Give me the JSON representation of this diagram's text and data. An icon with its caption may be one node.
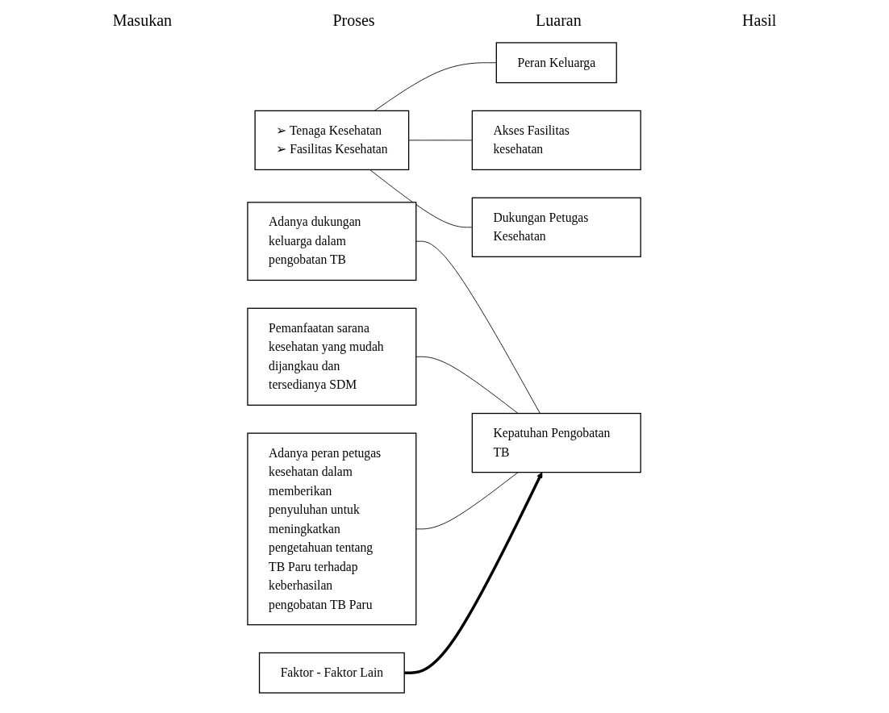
{
  "diagram": {
    "nodes": [
      {
        "text": [
          "➢ Tenaga Kesehatan",
          "➢ Fasilitas Kesehatan"
        ]
      },
      {
        "text": [
          "Peran Keluarga"
        ]
      },
      {
        "text": [
          "Adanya dukungan keluarga dalam pengobatan TB"
        ]
      },
      {
        "text": [
          "Akses Fasilitas kesehatan"
        ]
      },
      {
        "text": [
          "Pemanfaatan sarana kesehatan yang mudah dijangkau dan tersedianya SDM"
        ]
      },
      {
        "text": [
          "Dukungan Petugas Kesehatan"
        ]
      },
      {
        "text": [
          "Adanya peran petugas kesehatan dalam memberikan penyuluhan untuk meningkatkan pengetahuan tentang TB Paru terhadap keberhasilan pengobatan TB Paru"
        ]
      },
      {
        "text": [
          "Kepatuhan Pengobatan TB"
        ]
      },
      {
        "text": [
          "Faktor - Faktor Lain"
        ]
      }
    ],
    "edges": [
      {
        "from": 0,
        "to": 1,
        "arrow": "none"
      },
      {
        "from": 0,
        "to": 3,
        "arrow": "none"
      },
      {
        "from": 0,
        "to": 5,
        "arrow": "none"
      },
      {
        "from": 2,
        "to": 7,
        "arrow": "none"
      },
      {
        "from": 4,
        "to": 7,
        "arrow": "none"
      },
      {
        "from": 6,
        "to": 7,
        "arrow": "none"
      },
      {
        "from": 8,
        "to": 7,
        "arrow": "to",
        "style": "thick"
      }
    ],
    "labels": [
      "Masukan",
      "Proses",
      "Luaran",
      "Hasil"
    ]
  }
}
